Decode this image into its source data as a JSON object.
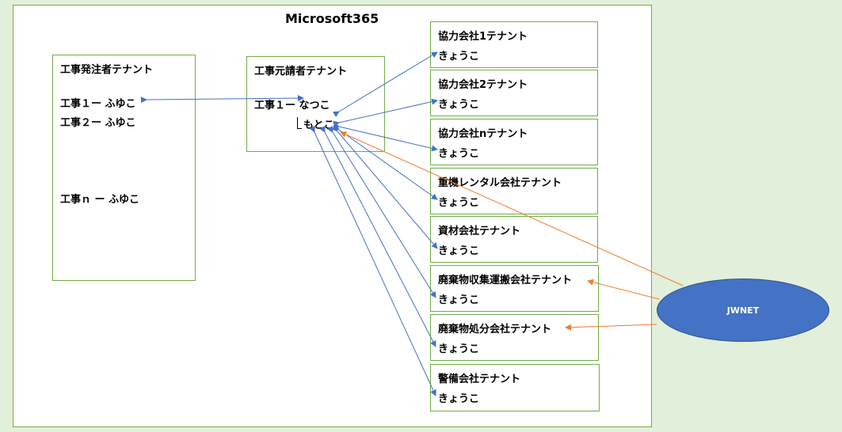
{
  "title": "Microsoft365",
  "client_tenant": {
    "title": "工事発注者テナント",
    "projects": [
      "工事１ー ふゆこ",
      "工事２ー ふゆこ",
      "工事ｎ ー ふゆこ"
    ]
  },
  "contractor_tenant": {
    "title": "工事元請者テナント",
    "project": "工事１ー なつこ",
    "sub_user": "もとこ"
  },
  "partner_tenants": [
    {
      "name": "協力会社1テナント",
      "user": "きょうこ"
    },
    {
      "name": "協力会社2テナント",
      "user": "きょうこ"
    },
    {
      "name": "協力会社nテナント",
      "user": "きょうこ"
    },
    {
      "name": "重機レンタル会社テナント",
      "user": "きょうこ"
    },
    {
      "name": "資材会社テナント",
      "user": "きょうこ"
    },
    {
      "name": "廃棄物収集運搬会社テナント",
      "user": "きょうこ"
    },
    {
      "name": "廃棄物処分会社テナント",
      "user": "きょうこ"
    },
    {
      "name": "警備会社テナント",
      "user": "きょうこ"
    }
  ],
  "jwnet": {
    "label": "JWNET"
  },
  "colors": {
    "blue_arrow": "#4472c4",
    "orange_arrow": "#ed7d31",
    "border": "#70ad47",
    "ellipse": "#4472c4"
  }
}
